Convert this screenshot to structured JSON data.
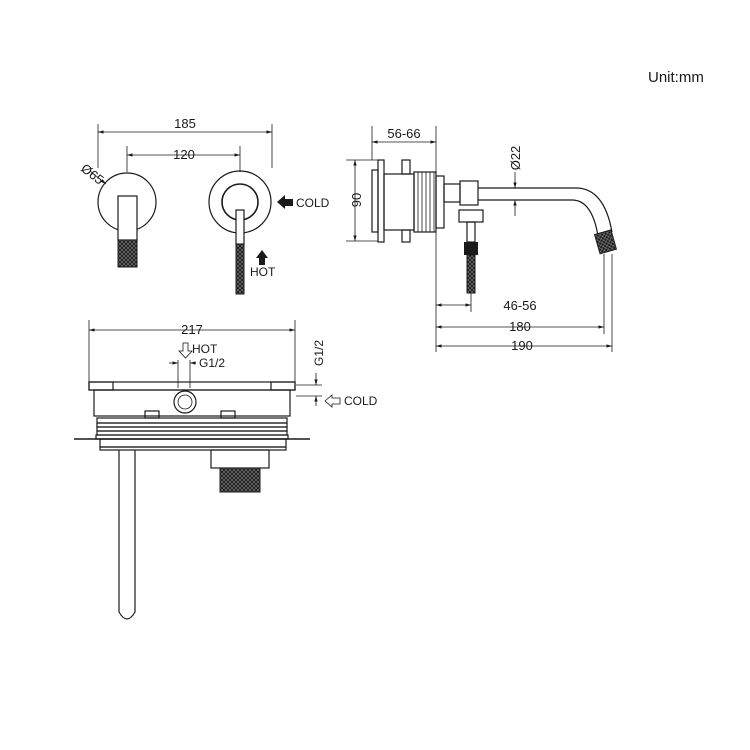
{
  "unit_label": "Unit:mm",
  "front_view": {
    "dim_overall_width": "185",
    "dim_center_distance": "120",
    "dim_plate_diameter": "Ø65",
    "cold_label": "COLD",
    "hot_label": "HOT"
  },
  "side_view": {
    "dim_wall_depth": "56-66",
    "dim_height": "90",
    "dim_spout_diameter": "Ø22",
    "dim_handle_offset": "46-56",
    "dim_spout_reach": "180",
    "dim_total_reach": "190"
  },
  "top_view": {
    "dim_width": "217",
    "hot_label": "HOT",
    "thread_label": "G1/2",
    "thread_label_vertical": "G1/2",
    "cold_label": "COLD"
  }
}
